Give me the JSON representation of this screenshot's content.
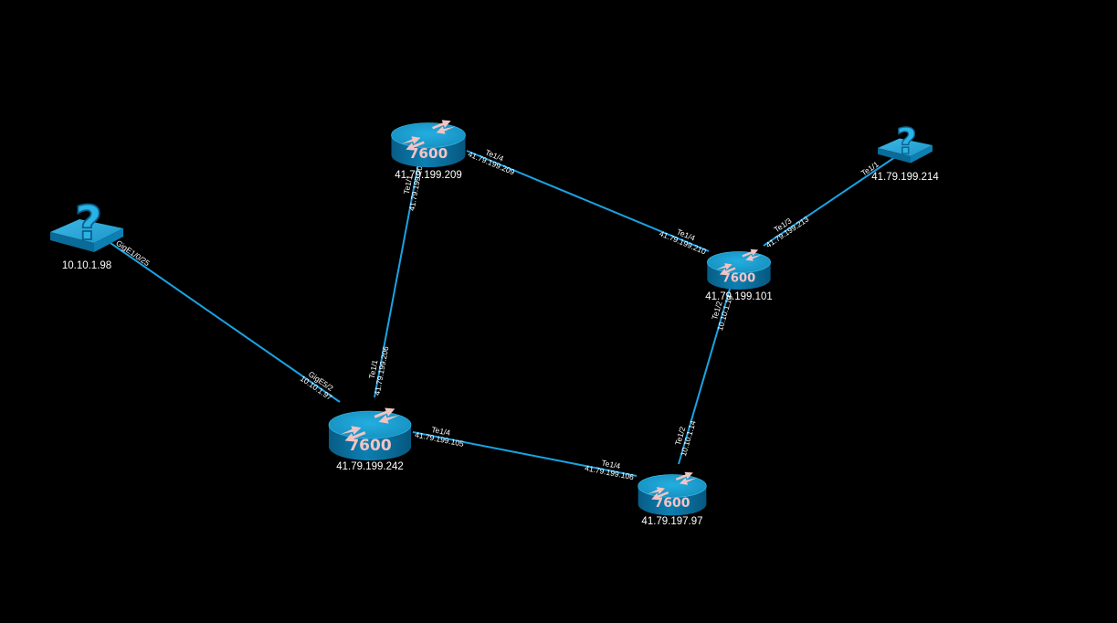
{
  "colors": {
    "background": "#000000",
    "link": "#1aa3e3",
    "router_top": "#1b9cc8",
    "router_side": "#0a6fa0",
    "router_text": "#f2c4c4",
    "unknown_device": "#2aa8d8"
  },
  "nodes": [
    {
      "id": "r209",
      "type": "router",
      "icon": "router-icon",
      "model": "7600",
      "label": "41.79.199.209"
    },
    {
      "id": "r101",
      "type": "router",
      "icon": "router-icon",
      "model": "7600",
      "label": "41.79.199.101"
    },
    {
      "id": "r242",
      "type": "router",
      "icon": "router-icon",
      "model": "7600",
      "label": "41.79.199.242"
    },
    {
      "id": "r197",
      "type": "router",
      "icon": "router-icon",
      "model": "7600",
      "label": "41.79.197.97"
    },
    {
      "id": "u98",
      "type": "unknown",
      "icon": "unknown-device-icon",
      "label": "10.10.1.98"
    },
    {
      "id": "u214",
      "type": "unknown",
      "icon": "unknown-device-icon",
      "label": "41.79.199.214"
    }
  ],
  "links": [
    {
      "from": "u98",
      "to": "r242",
      "from_if": "GigE1/0/25",
      "from_ip": "",
      "to_if": "GigE5/2",
      "to_ip": "10.10.1.97"
    },
    {
      "from": "r209",
      "to": "r242",
      "from_if": "Te1/1",
      "from_ip": "41.79.199.205",
      "to_if": "Te1/1",
      "to_ip": "41.79.199.206"
    },
    {
      "from": "r209",
      "to": "r101",
      "from_if": "Te1/4",
      "from_ip": "41.79.199.209",
      "to_if": "Te1/4",
      "to_ip": "41.79.199.210"
    },
    {
      "from": "u214",
      "to": "r101",
      "from_if": "Te1/1",
      "from_ip": "",
      "to_if": "Te1/3",
      "to_ip": "41.79.199.213"
    },
    {
      "from": "r242",
      "to": "r197",
      "from_if": "Te1/4",
      "from_ip": "41.79.199.105",
      "to_if": "Te1/4",
      "to_ip": "41.79.199.106"
    },
    {
      "from": "r101",
      "to": "r197",
      "from_if": "Te1/2",
      "from_ip": "10.10.1.13",
      "to_if": "Te1/2",
      "to_ip": "10.10.1.14"
    }
  ]
}
